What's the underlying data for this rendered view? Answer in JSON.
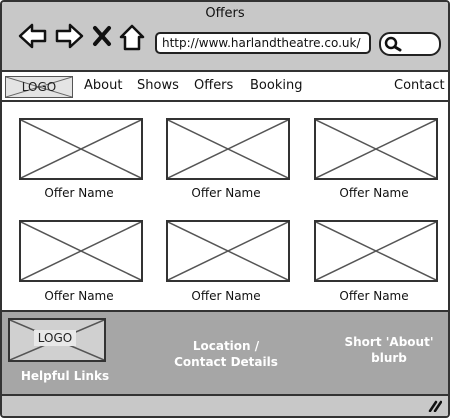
{
  "window": {
    "title": "Offers"
  },
  "browser": {
    "back_icon": "back-arrow-icon",
    "forward_icon": "forward-arrow-icon",
    "stop_icon": "close-icon",
    "home_icon": "home-icon",
    "url": "http://www.harlandtheatre.co.uk/",
    "search_icon": "search-icon"
  },
  "header": {
    "logo": "LOGO",
    "nav": [
      "About",
      "Shows",
      "Offers",
      "Booking"
    ],
    "contact": "Contact"
  },
  "offers": [
    {
      "name": "Offer Name"
    },
    {
      "name": "Offer Name"
    },
    {
      "name": "Offer Name"
    },
    {
      "name": "Offer Name"
    },
    {
      "name": "Offer Name"
    },
    {
      "name": "Offer Name"
    }
  ],
  "footer": {
    "logo": "LOGO",
    "helpful_links": "Helpful Links",
    "location_line1": "Location /",
    "location_line2": "Contact Details",
    "about_line1": "Short 'About'",
    "about_line2": "blurb"
  },
  "colors": {
    "chrome": "#c8c8c8",
    "footer": "#a6a6a6",
    "outline": "#333333"
  }
}
